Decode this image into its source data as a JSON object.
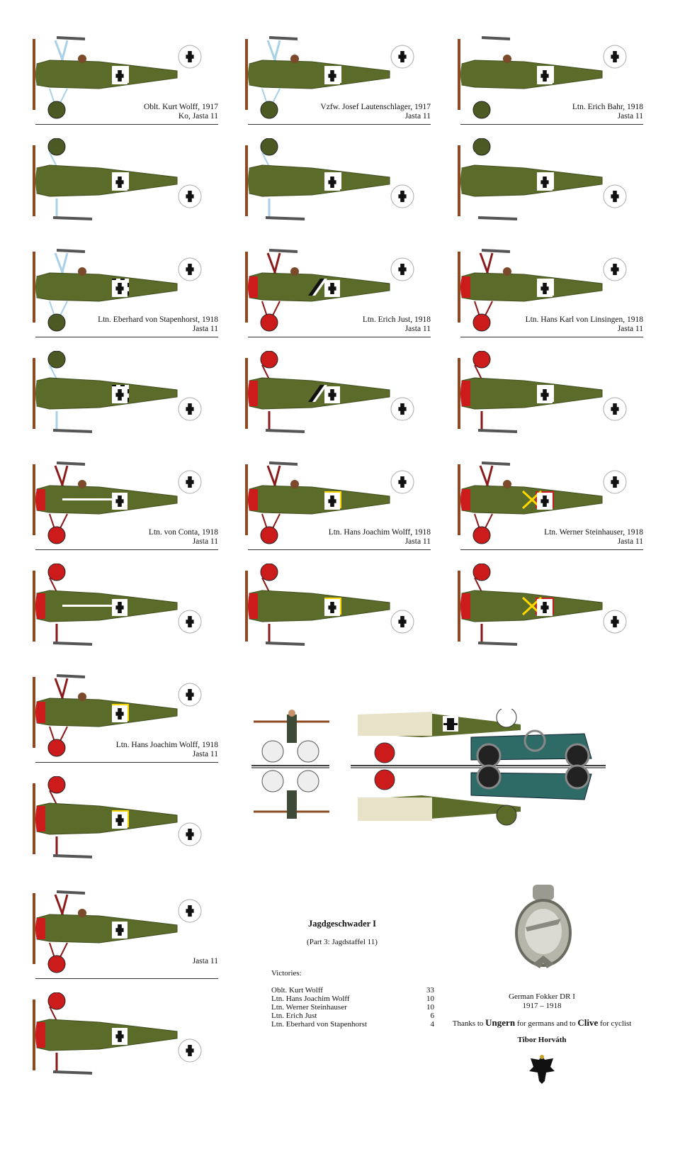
{
  "plates": [
    {
      "pilot": "Oblt. Kurt Wolff, 1917",
      "unit": "Ko, Jasta 11",
      "nose": "#5a6b2a",
      "wheel": "#4a5a22",
      "strut": "#a8d0e8",
      "band": "#ffffff",
      "band2": null
    },
    {
      "pilot": "Vzfw. Josef Lautenschlager, 1917",
      "unit": "Jasta 11",
      "nose": "#5a6b2a",
      "wheel": "#4a5a22",
      "strut": "#a8d0e8",
      "band": "#ffffff",
      "band2": null
    },
    {
      "pilot": "Ltn. Erich Bahr, 1918",
      "unit": "Jasta 11",
      "nose": "#5a6b2a",
      "wheel": "#4a5a22",
      "strut": "#ffffff",
      "band": "#ffffff",
      "band2": null
    },
    {
      "pilot": "Ltn. Eberhard von Stapenhorst, 1918",
      "unit": "Jasta 11",
      "nose": "#5a6b2a",
      "wheel": "#4a5a22",
      "strut": "#a8d0e8",
      "band": "checker",
      "band2": null
    },
    {
      "pilot": "Ltn. Erich Just, 1918",
      "unit": "Jasta 11",
      "nose": "#cc1b1b",
      "wheel": "#cc1b1b",
      "strut": "#8b1a1a",
      "band": "diagonal",
      "band2": null
    },
    {
      "pilot": "Ltn. Hans Karl von Linsingen, 1918",
      "unit": "Jasta 11",
      "nose": "#cc1b1b",
      "wheel": "#cc1b1b",
      "strut": "#8b1a1a",
      "band": "#ffffff",
      "band2": null
    },
    {
      "pilot": "Ltn. von Conta, 1918",
      "unit": "Jasta 11",
      "nose": "#cc1b1b",
      "wheel": "#cc1b1b",
      "strut": "#8b1a1a",
      "band": "redcircle",
      "band2": null
    },
    {
      "pilot": "Ltn. Hans Joachim Wolff, 1918",
      "unit": "Jasta 11",
      "nose": "#cc1b1b",
      "wheel": "#cc1b1b",
      "strut": "#8b1a1a",
      "band": "#ffd700",
      "band2": null
    },
    {
      "pilot": "Ltn. Werner Steinhauser, 1918",
      "unit": "Jasta 11",
      "nose": "#cc1b1b",
      "wheel": "#cc1b1b",
      "strut": "#8b1a1a",
      "band": "redcross",
      "band2": null
    },
    {
      "pilot": "Ltn. Hans Joachim Wolff, 1918",
      "unit": "Jasta 11",
      "nose": "#cc1b1b",
      "wheel": "#cc1b1b",
      "strut": "#8b1a1a",
      "band": "#ffd700",
      "band2": null
    },
    {
      "pilot": "",
      "unit": "Jasta 11",
      "nose": "#cc1b1b",
      "wheel": "#cc1b1b",
      "strut": "#8b1a1a",
      "band": "none",
      "band2": null
    }
  ],
  "info": {
    "title": "Jagdgeschwader I",
    "subtitle": "(Part 3: Jagdstaffel 11)",
    "victories_label": "Victories:",
    "victories": [
      {
        "name": "Oblt. Kurt Wolff",
        "count": "33"
      },
      {
        "name": "Ltn. Hans Joachim Wolff",
        "count": "10"
      },
      {
        "name": "Ltn. Werner Steinhauser",
        "count": "10"
      },
      {
        "name": "Ltn. Erich Just",
        "count": "6"
      },
      {
        "name": "Ltn. Eberhard von Stapenhorst",
        "count": "4"
      }
    ]
  },
  "credits": {
    "aircraft": "German Fokker DR I",
    "years": "1917 – 1918",
    "thanks_prefix": "Thanks to ",
    "thanks_name1": "Ungern",
    "thanks_mid": " for germans and to ",
    "thanks_name2": "Clive",
    "thanks_suffix": " for cyclist",
    "author": "Tibor Horváth"
  },
  "colors": {
    "olive": "#5a6b2a",
    "olive_dark": "#3f4d1c",
    "red": "#cc1b1b",
    "yellow": "#ffd700",
    "car": "#2f6b66",
    "canvas": "#e8e2c8"
  }
}
